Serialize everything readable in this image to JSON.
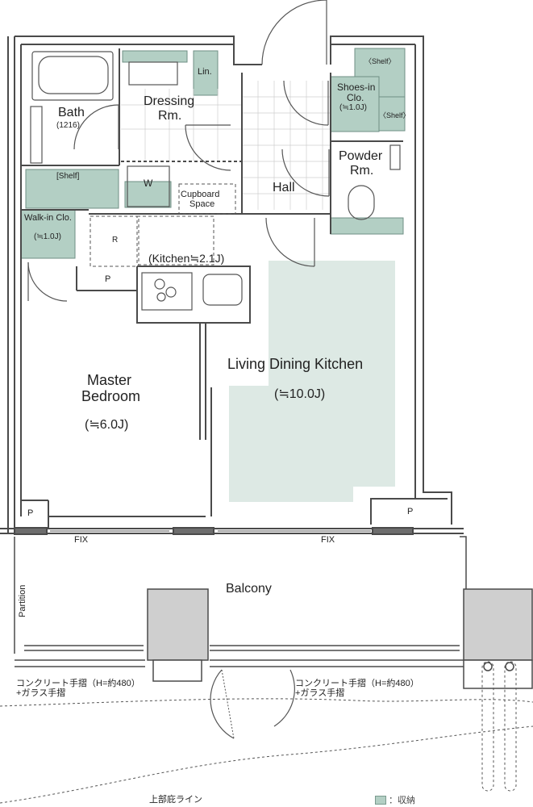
{
  "rooms": {
    "bath": "Bath",
    "bath_size": "(1216)",
    "dressing_1": "Dressing",
    "dressing_2": "Rm.",
    "lin": "Lin.",
    "shoes_1": "Shoes-in",
    "shoes_2": "Clo.",
    "shoes_3": "(≒1.0J)",
    "shelf_1": "〈Shelf〉",
    "shelf_2": "〈Shelf〉",
    "shelf_3": "[Shelf]",
    "powder_1": "Powder",
    "powder_2": "Rm.",
    "hall": "Hall",
    "washer": "W",
    "cupboard_1": "Cupboard",
    "cupboard_2": "Space",
    "walkin_1": "Walk-in Clo.",
    "walkin_2": "(≒1.0J)",
    "fridge": "R",
    "pipe_1": "P",
    "pipe_2": "P",
    "pipe_3": "P",
    "kitchen": "(Kitchen≒2.1J)",
    "ldk_1": "Living Dining Kitchen",
    "ldk_2": "(≒10.0J)",
    "master_1": "Master",
    "master_2": "Bedroom",
    "master_3": "(≒6.0J)",
    "fix_1": "FIX",
    "fix_2": "FIX",
    "balcony": "Balcony",
    "partition": "Partition",
    "rail_1a": "コンクリート手摺（H=約480）",
    "rail_1b": "+ガラス手摺",
    "rail_2a": "コンクリート手摺（H=約480）",
    "rail_2b": "+ガラス手摺",
    "eave_line": "上部庇ライン"
  },
  "legend": {
    "label": "：収納"
  },
  "colors": {
    "storage": "#b3cfc4",
    "ldk_floor": "#dde9e4",
    "wall": "#4a4a4a",
    "pillar": "#cfcfcf"
  }
}
